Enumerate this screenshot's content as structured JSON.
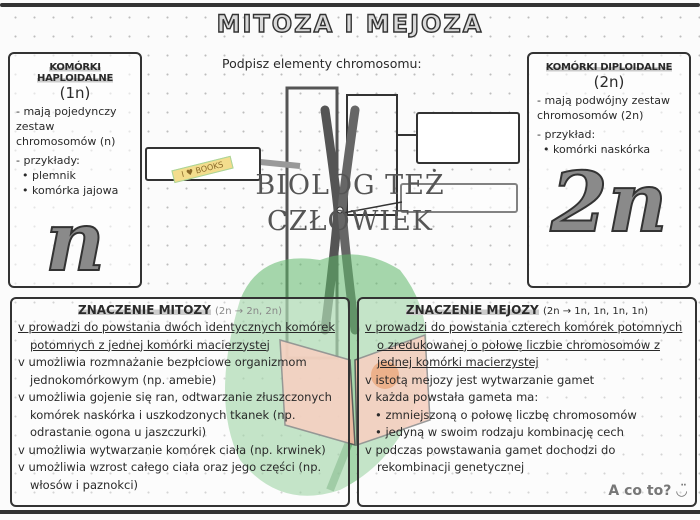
{
  "title": "MITOZA I MEJOZA",
  "instruction": "Podpisz elementy chromosomu:",
  "watermark": {
    "line1": "BIOLOG TEŻ",
    "line2": "CZŁOWIEK"
  },
  "sticker": "I ♥ BOOKS",
  "haploid": {
    "heading": "KOMÓRKI HAPLOIDALNE",
    "notation": "(1n)",
    "items": [
      "- mają pojedynczy zestaw chromosomów (n)",
      "- przykłady:",
      "• plemnik",
      "• komórka jajowa"
    ],
    "big_symbol": "n"
  },
  "diploid": {
    "heading": "KOMÓRKI DIPLOIDALNE",
    "notation": "(2n)",
    "items": [
      "- mają podwójny zestaw chromosomów (2n)",
      "- przykład:",
      "• komórki naskórka"
    ],
    "big_symbol": "2n"
  },
  "mitosis": {
    "heading": "ZNACZENIE MITOZY",
    "formula": "(2n → 2n, 2n)",
    "items": [
      "v prowadzi do powstania dwóch identycznych komórek potomnych z jednej komórki macierzystej",
      "v umożliwia rozmnażanie bezpłciowe organizmom jednokomórkowym (np. amebie)",
      "v umożliwia gojenie się ran, odtwarzanie złuszczonych komórek naskórka i uszkodzonych tkanek (np. odrastanie ogona u jaszczurki)",
      "v umożliwia wytwarzanie komórek ciała (np. krwinek)",
      "v umożliwia wzrost całego ciała oraz jego części (np. włosów i paznokci)"
    ]
  },
  "meiosis": {
    "heading": "ZNACZENIE MEJOZY",
    "formula": "(2n → 1n, 1n, 1n, 1n)",
    "items": [
      "v prowadzi do powstania czterech komórek potomnych o zredukowanej o połowę liczbie chromosomów z jednej komórki macierzystej",
      "v istotą mejozy jest wytwarzanie gamet",
      "v każda powstała gameta ma:",
      "• zmniejszoną o połowę liczbę chromosomów",
      "• jedyną w swoim rodzaju kombinację cech",
      "v podczas powstawania gamet dochodzi do rekombinacji genetycznej"
    ],
    "note": "A co to? ◡̈"
  },
  "colors": {
    "ink": "#2a2a2a",
    "leaf": "#5fb86a",
    "book": "#f2b7a0",
    "highlight": "#cccccc"
  }
}
